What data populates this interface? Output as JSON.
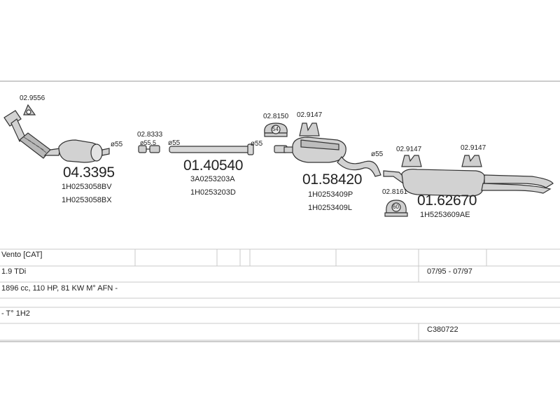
{
  "parts": [
    {
      "code": "04.3395",
      "refs": [
        "1H0253058BV",
        "1H0253058BX"
      ]
    },
    {
      "code": "01.40540",
      "refs": [
        "3A0253203A",
        "1H0253203D"
      ]
    },
    {
      "code": "01.58420",
      "refs": [
        "1H0253409P",
        "1H0253409L"
      ]
    },
    {
      "code": "01.62670",
      "refs": [
        "1H5253609AE"
      ]
    }
  ],
  "accessories": [
    "02.9556",
    "02.8333",
    "02.8150",
    "02.9147",
    "02.9147",
    "02.9147",
    "02.8161"
  ],
  "diameters": [
    "ø55",
    "ø55",
    "ø55.5",
    "ø55",
    "ø55"
  ],
  "clamp_labels": [
    "54",
    "60"
  ],
  "table": {
    "model": "Vento  [CAT]",
    "engine": "1.9 TDi",
    "years": "07/95 - 07/97",
    "spec": "1896 cc, 110 HP, 81 KW M° AFN -",
    "type": "- T° 1H2",
    "code": "C380722"
  }
}
